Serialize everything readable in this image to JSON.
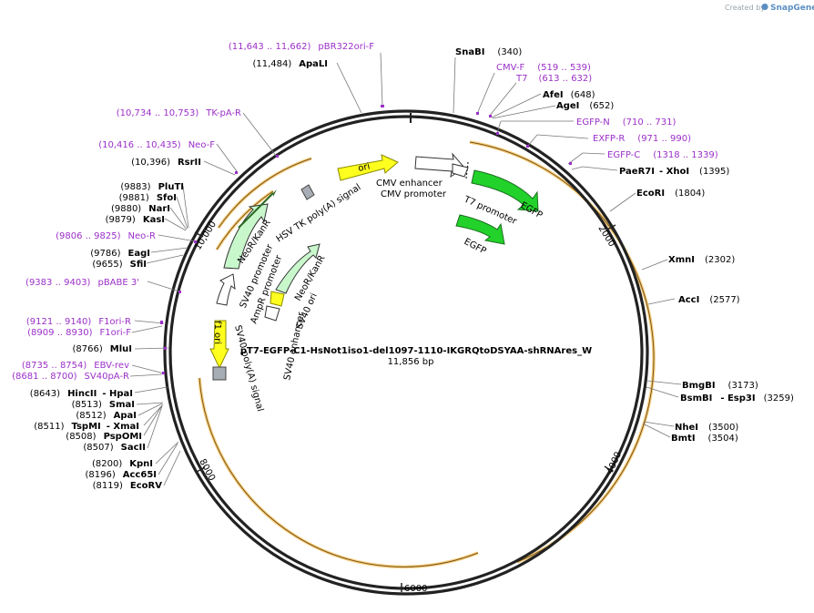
{
  "branding": {
    "created_by": "Created by",
    "app": "SnapGene"
  },
  "plasmid": {
    "name": "pT7-EGFP-C1-HsNot1iso1-del1097-1110-IKGRQtoDSYAA-shRNAres_W",
    "size": "11,856 bp"
  },
  "ticks": [
    "2000",
    "4000",
    "6000",
    "8000",
    "10,000"
  ],
  "colors": {
    "backbone": "#222222",
    "orange": "#f2b33a",
    "primer": "#9b30c8",
    "egfp": "#22d22a",
    "neo": "#c9f7cc",
    "yellow": "#ffff00",
    "grey": "#a7adb4"
  },
  "sites": [
    {
      "name": "SnaBI",
      "pos": "(340)"
    },
    {
      "name": "AfeI",
      "pos": "(648)"
    },
    {
      "name": "AgeI",
      "pos": "(652)"
    },
    {
      "name": "PaeR7I",
      "extra": "- XhoI",
      "pos": "(1395)"
    },
    {
      "name": "EcoRI",
      "pos": "(1804)"
    },
    {
      "name": "XmnI",
      "pos": "(2302)"
    },
    {
      "name": "AccI",
      "pos": "(2577)"
    },
    {
      "name": "BmgBI",
      "pos": "(3173)"
    },
    {
      "name": "BsmBI",
      "extra": "- Esp3I",
      "pos": "(3259)"
    },
    {
      "name": "NheI",
      "pos": "(3500)"
    },
    {
      "name": "BmtI",
      "pos": "(3504)"
    },
    {
      "name": "ApaLI",
      "pos": "(11,484)"
    },
    {
      "name": "RsrII",
      "pos": "(10,396)"
    },
    {
      "name": "PluTI",
      "pos": "(9883)"
    },
    {
      "name": "SfoI",
      "pos": "(9881)"
    },
    {
      "name": "NarI",
      "pos": "(9880)"
    },
    {
      "name": "KasI",
      "pos": "(9879)"
    },
    {
      "name": "EagI",
      "pos": "(9786)"
    },
    {
      "name": "SfiI",
      "pos": "(9655)"
    },
    {
      "name": "MluI",
      "pos": "(8766)"
    },
    {
      "name": "HincII",
      "extra": "- HpaI",
      "pos": "(8643)"
    },
    {
      "name": "SmaI",
      "pos": "(8513)"
    },
    {
      "name": "ApaI",
      "pos": "(8512)"
    },
    {
      "name": "TspMI",
      "extra": "- XmaI",
      "pos": "(8511)"
    },
    {
      "name": "PspOMI",
      "pos": "(8508)"
    },
    {
      "name": "SacII",
      "pos": "(8507)"
    },
    {
      "name": "KpnI",
      "pos": "(8200)"
    },
    {
      "name": "Acc65I",
      "pos": "(8196)"
    },
    {
      "name": "EcoRV",
      "pos": "(8119)"
    }
  ],
  "primers": [
    {
      "name": "CMV-F",
      "range": "(519 .. 539)"
    },
    {
      "name": "T7",
      "range": "(613 .. 632)"
    },
    {
      "name": "EGFP-N",
      "range": "(710 .. 731)"
    },
    {
      "name": "EXFP-R",
      "range": "(971 .. 990)"
    },
    {
      "name": "EGFP-C",
      "range": "(1318 .. 1339)"
    },
    {
      "name": "pBR322ori-F",
      "range": "(11,643 .. 11,662)"
    },
    {
      "name": "TK-pA-R",
      "range": "(10,734 .. 10,753)"
    },
    {
      "name": "Neo-F",
      "range": "(10,416 .. 10,435)"
    },
    {
      "name": "Neo-R",
      "range": "(9806 .. 9825)"
    },
    {
      "name": "pBABE 3'",
      "range": "(9383 .. 9403)"
    },
    {
      "name": "F1ori-R",
      "range": "(9121 .. 9140)"
    },
    {
      "name": "F1ori-F",
      "range": "(8909 .. 8930)"
    },
    {
      "name": "EBV-rev",
      "range": "(8735 .. 8754)"
    },
    {
      "name": "SV40pA-R",
      "range": "(8681 .. 8700)"
    }
  ],
  "features": {
    "cmv_enhancer": "CMV enhancer",
    "cmv_promoter": "CMV promoter",
    "t7_promoter": "T7 promoter",
    "egfp": "EGFP",
    "egfp2": "EGFP",
    "ori": "ori",
    "hsv_tk": "HSV TK poly(A) signal",
    "neo1": "NeoR/KanR",
    "sv40_promoter1": "SV40 promoter",
    "ampr_promoter": "AmpR promoter",
    "f1_ori": "f1 ori",
    "sv40_polya": "SV40 poly(A) signal",
    "neo2": "NeoR/KanR",
    "sv40_ori": "SV40 ori",
    "sv40_enhancer": "SV40 enhancer"
  }
}
